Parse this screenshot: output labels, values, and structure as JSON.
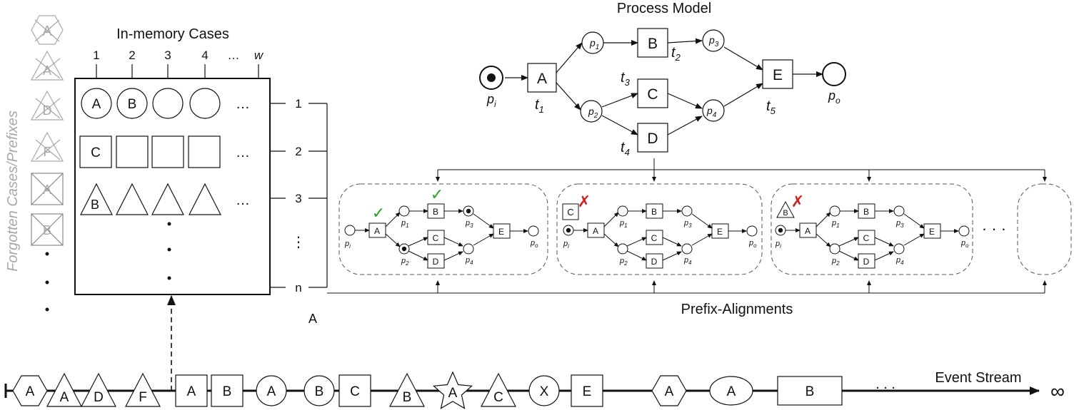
{
  "memory": {
    "title": "In-memory Cases",
    "columns": [
      "1",
      "2",
      "3",
      "4",
      "…",
      "w"
    ],
    "rows": [
      "1",
      "2",
      "3",
      "⋮",
      "n"
    ],
    "cells": [
      [
        "A",
        "B",
        "",
        ""
      ],
      [
        "C",
        "",
        "",
        ""
      ],
      [
        "B",
        "",
        "",
        ""
      ]
    ],
    "ellipsis": "…",
    "stray_label": "A"
  },
  "forgotten": {
    "label": "Forgotten Cases/Prefixes",
    "items": [
      "A",
      "A",
      "D",
      "F",
      "A",
      "B"
    ]
  },
  "model": {
    "title": "Process Model",
    "transitions": [
      "A",
      "B",
      "C",
      "D",
      "E"
    ],
    "places": [
      "p",
      "p",
      "p",
      "p",
      "p",
      "p"
    ],
    "place_subscripts": [
      "i",
      "1",
      "2",
      "3",
      "4",
      "o"
    ],
    "transition_labels": [
      "t",
      "t",
      "t",
      "t",
      "t"
    ],
    "transition_subscripts": [
      "1",
      "2",
      "3",
      "4",
      "5"
    ]
  },
  "alignments": {
    "label": "Prefix-Alignments",
    "ellipsis": "· · ·",
    "panel1_check": "✓",
    "panel2_event": "C",
    "panel3_event": "B",
    "cross": "✗"
  },
  "stream": {
    "label": "Event Stream",
    "infinity": "∞",
    "ellipsis": ". . .",
    "events": [
      {
        "label": "A",
        "shape": "hexagon"
      },
      {
        "label": "A",
        "shape": "triangle"
      },
      {
        "label": "D",
        "shape": "triangle"
      },
      {
        "label": "F",
        "shape": "triangle"
      },
      {
        "label": "A",
        "shape": "square"
      },
      {
        "label": "B",
        "shape": "square"
      },
      {
        "label": "A",
        "shape": "circle"
      },
      {
        "label": "B",
        "shape": "circle"
      },
      {
        "label": "C",
        "shape": "square"
      },
      {
        "label": "B",
        "shape": "triangle"
      },
      {
        "label": "A",
        "shape": "star"
      },
      {
        "label": "C",
        "shape": "triangle"
      },
      {
        "label": "X",
        "shape": "circle"
      },
      {
        "label": "E",
        "shape": "square"
      },
      {
        "label": "A",
        "shape": "hexagon"
      },
      {
        "label": "A",
        "shape": "ellipse"
      },
      {
        "label": "B",
        "shape": "rect"
      }
    ]
  }
}
